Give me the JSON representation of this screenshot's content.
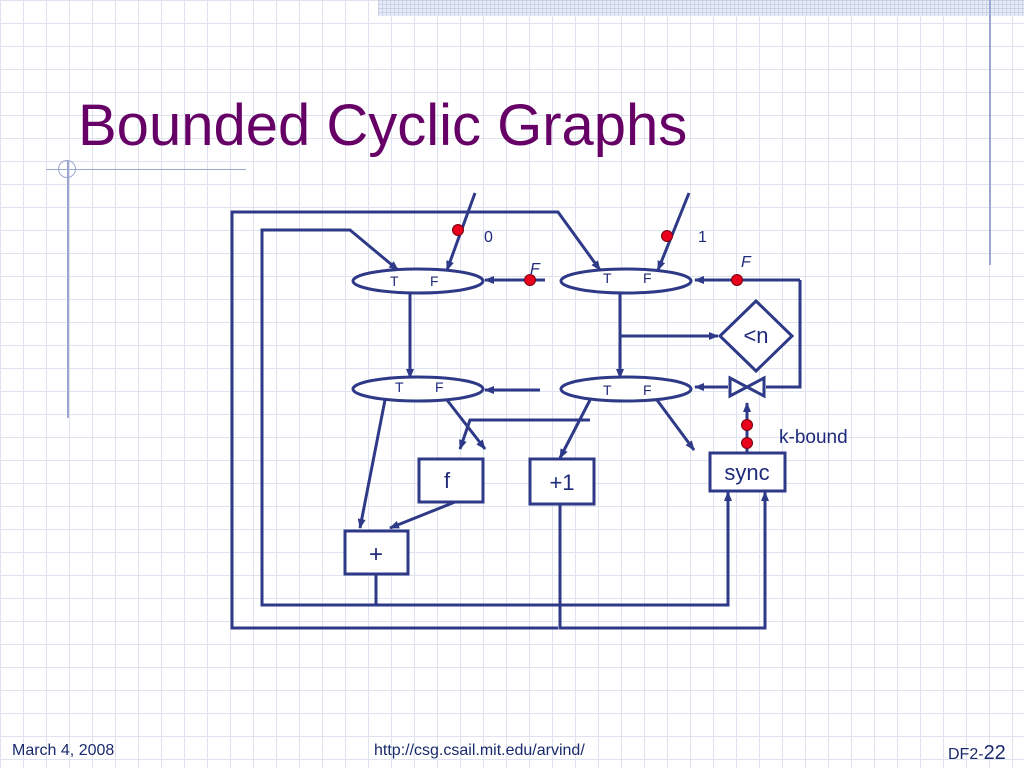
{
  "slide": {
    "title": "Bounded Cyclic Graphs"
  },
  "diagram": {
    "switch_true_label": "T",
    "switch_false_label": "F",
    "input_left_value": "0",
    "input_right_value": "1",
    "control_label_false": "F",
    "compare_label": "<n",
    "func_label": "f",
    "increment_label": "+1",
    "add_label": "+",
    "sync_label": "sync",
    "bound_label": "k-bound",
    "colors": {
      "line": "#2e3a87",
      "token": "#e8001c",
      "text": "#1f2a7a"
    }
  },
  "footer": {
    "date": "March 4, 2008",
    "url": "http://csg.csail.mit.edu/arvind/",
    "page_prefix": "DF2-",
    "page_number": "22"
  }
}
